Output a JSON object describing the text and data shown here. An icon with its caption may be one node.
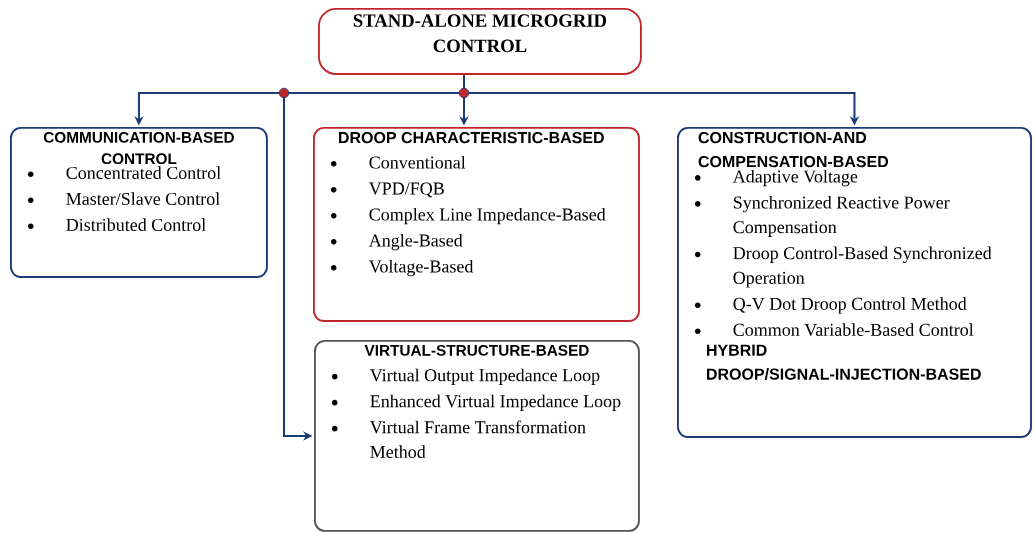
{
  "diagram": {
    "nodes": [
      {
        "text": [
          "STAND-ALONE MICROGRID CONTROL"
        ]
      },
      {
        "text": [
          "COMMUNICATION-BASED CONTROL",
          "Concentrated Control",
          "Master/Slave Control",
          "Distributed Control"
        ]
      },
      {
        "text": [
          "DROOP CHARACTERISTIC-BASED",
          "Conventional",
          "VPD/FQB",
          "Complex Line Impedance-Based",
          "Angle-Based",
          "Voltage-Based"
        ]
      },
      {
        "text": [
          "CONSTRUCTION-AND COMPENSATION-BASED",
          "Adaptive Voltage",
          "Synchronized Reactive Power Compensation",
          "Droop Control-Based Synchronized Operation",
          "Q-V Dot Droop Control Method",
          "Common Variable-Based Control",
          "HYBRID DROOP/SIGNAL-INJECTION-BASED"
        ]
      },
      {
        "text": [
          "VIRTUAL-STRUCTURE-BASED",
          "Virtual Output Impedance Loop",
          "Enhanced Virtual Impedance Loop",
          "Virtual Frame Transformation Method"
        ]
      }
    ],
    "edges": [
      {
        "from": 0,
        "to": 1,
        "arrow": "to"
      },
      {
        "from": 0,
        "to": 2,
        "arrow": "to"
      },
      {
        "from": 0,
        "to": 3,
        "arrow": "to"
      },
      {
        "from": 0,
        "to": 4,
        "arrow": "to"
      }
    ]
  }
}
